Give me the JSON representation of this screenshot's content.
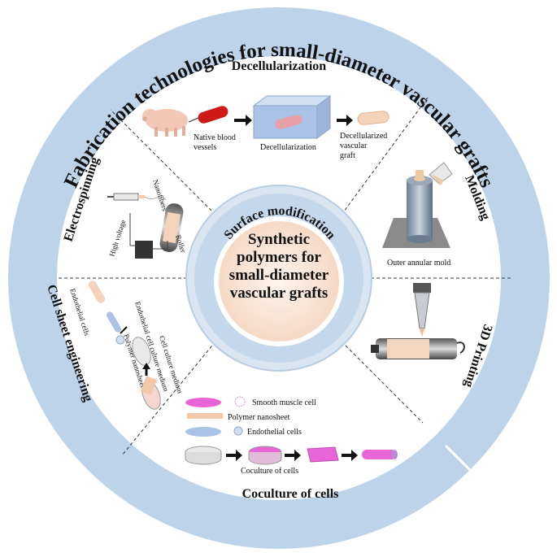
{
  "outer_title": "Fabrication technologies for small-diameter vascular grafts",
  "ring_title": "Surface modification",
  "center_title_lines": [
    "Synthetic",
    "polymers for",
    "small-diameter",
    "vascular grafts"
  ],
  "sections": {
    "decellularization": {
      "title": "Decellularization",
      "labels": {
        "native": [
          "Native blood",
          "vessels"
        ],
        "process": "Decellularization",
        "result": [
          "Decellularized",
          "vascular",
          "graft"
        ]
      }
    },
    "molding": {
      "title": "Molding",
      "label": "Outer annular mold"
    },
    "printing": {
      "title": "3D Printing"
    },
    "coculture": {
      "title": "Coculture of cells",
      "legend": [
        "Smooth muscle cell",
        "Polymer nanosheet",
        "Endothelial cells"
      ],
      "caption": "Coculture of cells"
    },
    "cell_sheet": {
      "title": "Cell sheet engineering",
      "labels": [
        "Endothelial cells",
        "Polymer nanosheet",
        "Endothelial cell culture medium",
        "Cell culture medium"
      ]
    },
    "electrospinning": {
      "title": "Electrospinning",
      "labels": {
        "nanofibers": "Nanofibers",
        "voltage": "High voltage",
        "roller": "Roller"
      }
    }
  },
  "colors": {
    "outer_ring": "#bcd3ea",
    "inner_ring": "#c8dcee",
    "center_fill": "#fbe7d9",
    "vessel_red": "#d01818",
    "pink": "#e765d6",
    "tan": "#f2c9a8"
  }
}
